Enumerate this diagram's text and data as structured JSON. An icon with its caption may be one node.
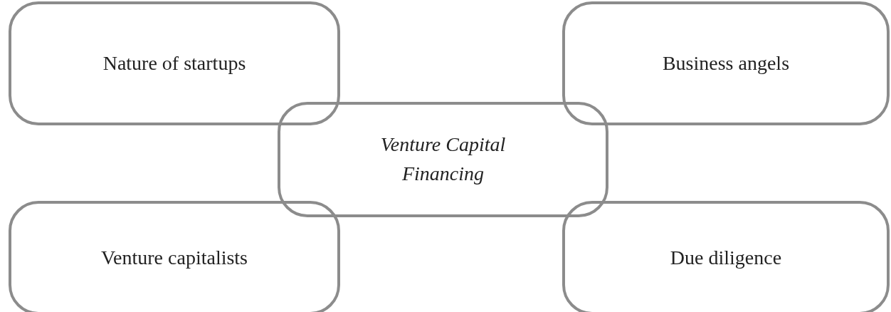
{
  "diagram": {
    "nodes": [
      {
        "text": [
          "Nature of startups"
        ]
      },
      {
        "text": [
          "Business angels"
        ]
      },
      {
        "text": [
          "Venture Capital Financing"
        ]
      },
      {
        "text": [
          "Venture capitalists"
        ]
      },
      {
        "text": [
          "Due diligence"
        ]
      }
    ]
  }
}
